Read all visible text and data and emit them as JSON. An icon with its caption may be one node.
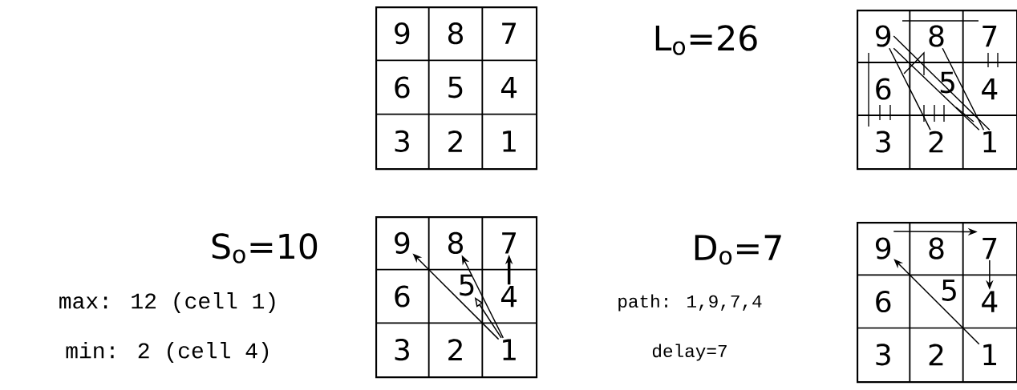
{
  "diagram": {
    "nodes": [
      {
        "text": [],
        "shape": "box"
      },
      {
        "text": [
          "9"
        ],
        "in": 0
      },
      {
        "text": [
          "8"
        ],
        "in": 0
      },
      {
        "text": [
          "7"
        ],
        "in": 0
      },
      {
        "text": [
          "6"
        ],
        "in": 0
      },
      {
        "text": [
          "5"
        ],
        "in": 0
      },
      {
        "text": [
          "4"
        ],
        "in": 0
      },
      {
        "text": [
          "3"
        ],
        "in": 0
      },
      {
        "text": [
          "2"
        ],
        "in": 0
      },
      {
        "text": [
          "1"
        ],
        "in": 0
      },
      {
        "text": [],
        "shape": "box"
      },
      {
        "text": [
          "9"
        ],
        "in": 10
      },
      {
        "text": [
          "8"
        ],
        "in": 10
      },
      {
        "text": [
          "7"
        ],
        "in": 10
      },
      {
        "text": [
          "6"
        ],
        "in": 10
      },
      {
        "text": [
          "5"
        ],
        "in": 10
      },
      {
        "text": [
          "4"
        ],
        "in": 10
      },
      {
        "text": [
          "3"
        ],
        "in": 10
      },
      {
        "text": [
          "2"
        ],
        "in": 10
      },
      {
        "text": [
          "1"
        ],
        "in": 10
      },
      {
        "text": [],
        "shape": "box"
      },
      {
        "text": [
          "9"
        ],
        "in": 20
      },
      {
        "text": [
          "8"
        ],
        "in": 20
      },
      {
        "text": [
          "7"
        ],
        "in": 20
      },
      {
        "text": [
          "6"
        ],
        "in": 20
      },
      {
        "text": [
          "5"
        ],
        "in": 20
      },
      {
        "text": [
          "4"
        ],
        "in": 20
      },
      {
        "text": [
          "3"
        ],
        "in": 20
      },
      {
        "text": [
          "2"
        ],
        "in": 20
      },
      {
        "text": [
          "1"
        ],
        "in": 20
      },
      {
        "text": [],
        "shape": "box"
      },
      {
        "text": [
          "9"
        ],
        "in": 30
      },
      {
        "text": [
          "8"
        ],
        "in": 30
      },
      {
        "text": [
          "7"
        ],
        "in": 30
      },
      {
        "text": [
          "6"
        ],
        "in": 30
      },
      {
        "text": [
          "5"
        ],
        "in": 30
      },
      {
        "text": [
          "4"
        ],
        "in": 30
      },
      {
        "text": [
          "3"
        ],
        "in": 30
      },
      {
        "text": [
          "2"
        ],
        "in": 30
      },
      {
        "text": [
          "1"
        ],
        "in": 30
      }
    ],
    "edges": [
      {
        "from": 11,
        "to": 18,
        "arrow": "none"
      },
      {
        "from": 11,
        "to": 19,
        "arrow": "none"
      },
      {
        "from": 11,
        "to": 19,
        "arrow": "none"
      },
      {
        "from": 12,
        "to": 19,
        "arrow": "none"
      },
      {
        "from": 29,
        "to": 21,
        "arrow": "to"
      },
      {
        "from": 29,
        "to": 22,
        "arrow": "to"
      },
      {
        "from": 29,
        "to": 25,
        "arrow": "to"
      },
      {
        "from": 26,
        "to": 23,
        "arrow": "to",
        "style": "thick"
      },
      {
        "from": 39,
        "to": 31,
        "arrow": "to"
      },
      {
        "from": 31,
        "to": 33,
        "arrow": "to"
      },
      {
        "from": 33,
        "to": 36,
        "arrow": "to"
      }
    ],
    "labels": [
      "L$_{o}$=26",
      "S$_{o}$=10",
      "max: 12 (cell 1)",
      "min: 2 (cell 4)",
      "D$_{o}$=7",
      "path: 1,9,7,4",
      "delay=7"
    ]
  }
}
